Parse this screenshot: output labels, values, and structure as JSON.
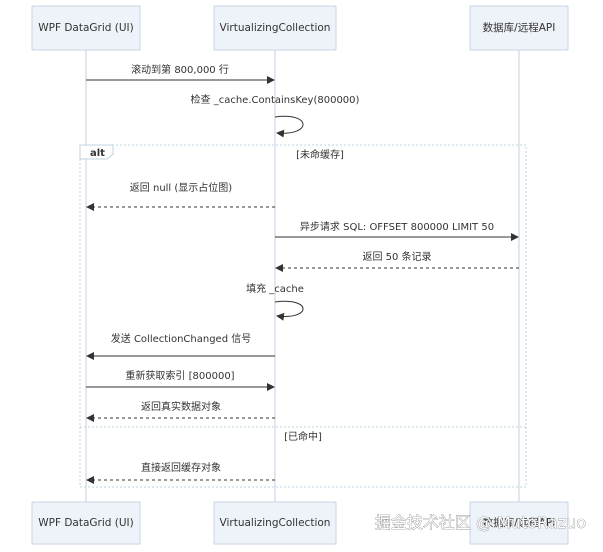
{
  "actors": [
    {
      "id": "ui",
      "label": "WPF DataGrid (UI)"
    },
    {
      "id": "vc",
      "label": "VirtualizingCollection"
    },
    {
      "id": "db",
      "label": "数据库/远程API"
    }
  ],
  "messages": [
    {
      "from": "ui",
      "to": "vc",
      "label": "滚动到第 800,000 行",
      "style": "solid"
    },
    {
      "from": "vc",
      "to": "vc",
      "label": "检查 _cache.ContainsKey(800000)",
      "style": "solid"
    },
    {
      "from": "vc",
      "to": "ui",
      "label": "返回 null (显示占位图)",
      "style": "dashed"
    },
    {
      "from": "vc",
      "to": "db",
      "label": "异步请求 SQL: OFFSET 800000 LIMIT 50",
      "style": "solid"
    },
    {
      "from": "db",
      "to": "vc",
      "label": "返回 50 条记录",
      "style": "dashed"
    },
    {
      "from": "vc",
      "to": "vc",
      "label": "填充 _cache",
      "style": "solid"
    },
    {
      "from": "vc",
      "to": "ui",
      "label": "发送 CollectionChanged 信号",
      "style": "solid"
    },
    {
      "from": "ui",
      "to": "vc",
      "label": "重新获取索引 [800000]",
      "style": "solid"
    },
    {
      "from": "vc",
      "to": "ui",
      "label": "返回真实数据对象",
      "style": "dashed"
    },
    {
      "from": "vc",
      "to": "ui",
      "label": "直接返回缓存对象",
      "style": "dashed"
    }
  ],
  "alt_block": {
    "label": "alt",
    "sections": [
      {
        "condition": "[未命缓存]"
      },
      {
        "condition": "[已命中]"
      }
    ]
  },
  "watermark": "掘金技术社区 @ MutoRazuo",
  "colors": {
    "actor_fill": "#eef3f9",
    "actor_border": "#c9d6e6",
    "lifeline": "#c7d2e0",
    "line": "#333333",
    "frame": "#bcd3e0"
  }
}
